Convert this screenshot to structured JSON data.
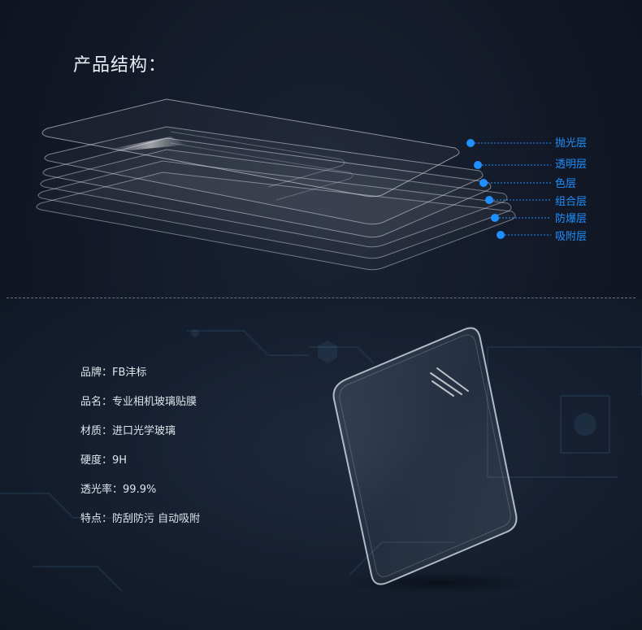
{
  "structure": {
    "title": "产品结构：",
    "layers": [
      "抛光层",
      "透明层",
      "色层",
      "组合层",
      "防爆层",
      "吸附层"
    ]
  },
  "specs": [
    {
      "label": "品牌",
      "value": "FB沣标"
    },
    {
      "label": "品名",
      "value": "专业相机玻璃贴膜"
    },
    {
      "label": "材质",
      "value": "进口光学玻璃"
    },
    {
      "label": "硬度",
      "value": "9H"
    },
    {
      "label": "透光率",
      "value": "99.9%"
    },
    {
      "label": "特点",
      "value": "防刮防污 自动吸附"
    }
  ],
  "colors": {
    "accent": "#1e90ff",
    "text": "#dfe4ea",
    "background": "#141a26"
  }
}
